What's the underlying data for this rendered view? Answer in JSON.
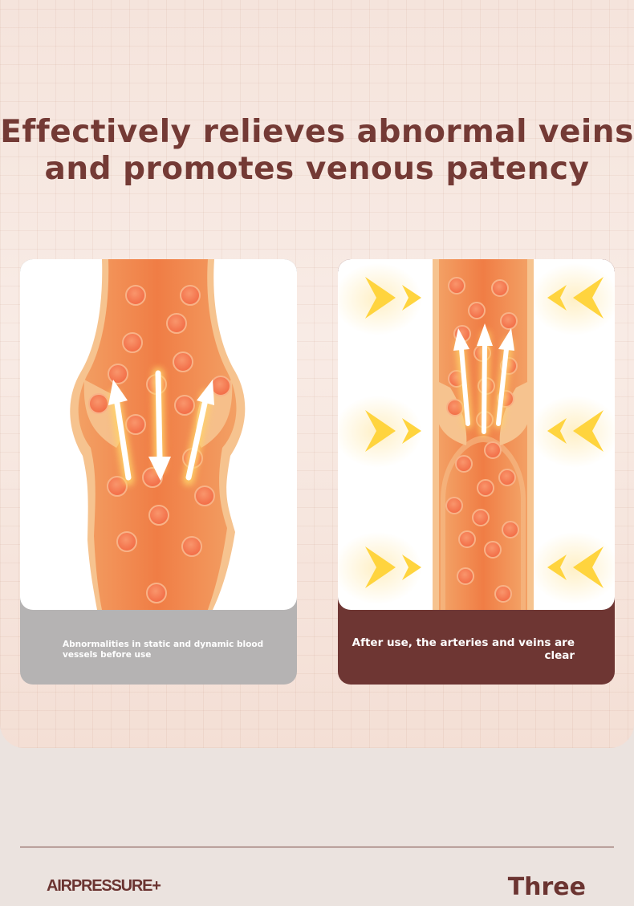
{
  "headline": {
    "line1": "Effectively relieves abnormal veins",
    "line2": "and promotes venous patency"
  },
  "cards": {
    "before": {
      "caption": "Abnormalities in static and dynamic blood vessels before use"
    },
    "after": {
      "caption": "After use, the arteries and veins are clear"
    }
  },
  "footer": {
    "brand": "AIRPRESSURE+",
    "page": "Three"
  },
  "colors": {
    "title": "#743a35",
    "vessel": "#f0874e",
    "vessel_edge": "#f5c089",
    "cell": "#f26b45",
    "arrow_glow": "#ffcf3f",
    "before_panel": "#b5b3b3",
    "after_panel": "#6e3633"
  },
  "icons": [
    "arrow-up-icon",
    "arrow-down-icon",
    "chevron-right-icon",
    "chevron-left-icon"
  ]
}
